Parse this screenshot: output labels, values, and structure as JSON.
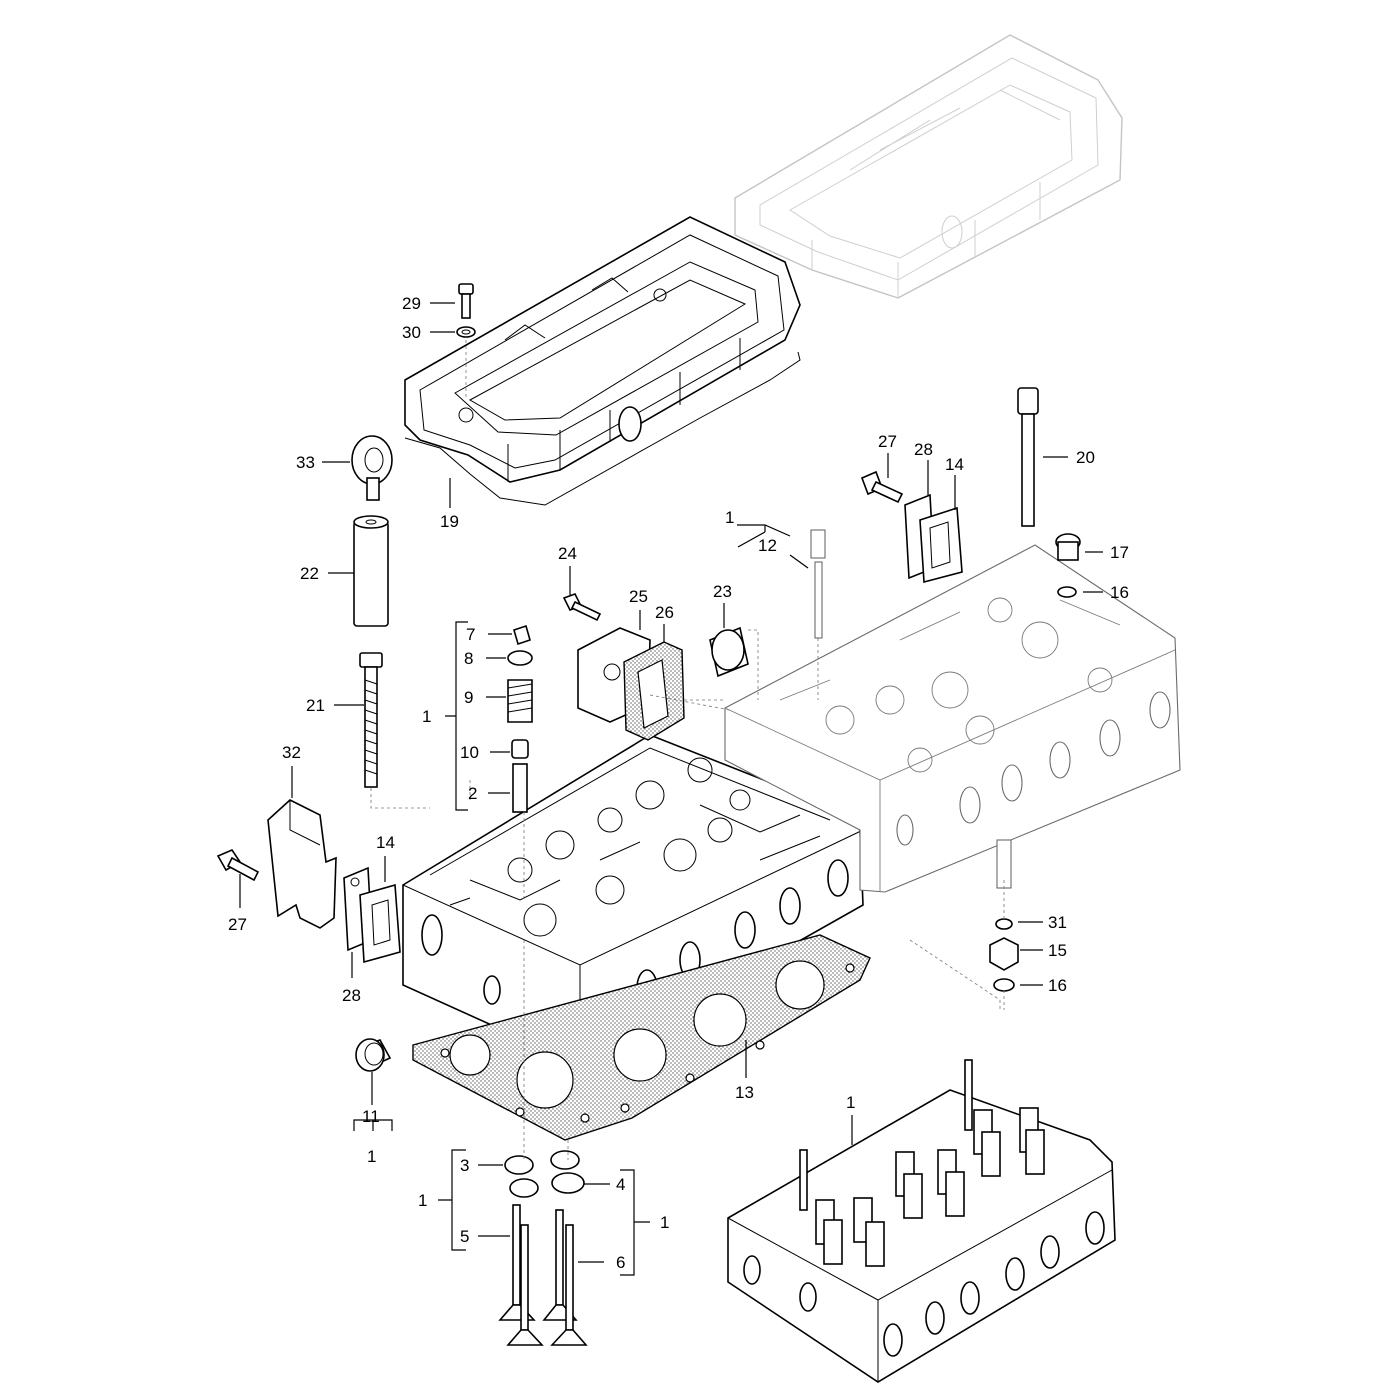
{
  "diagram": {
    "type": "exploded parts diagram",
    "labels": {
      "l29": "29",
      "l30": "30",
      "l33": "33",
      "l19": "19",
      "l22": "22",
      "l21": "21",
      "l32": "32",
      "l27a": "27",
      "l14a": "14",
      "l28a": "28",
      "l11": "11",
      "l1k": "1",
      "l7": "7",
      "l8": "8",
      "l9": "9",
      "l10": "10",
      "l2": "2",
      "l1a": "1",
      "l24": "24",
      "l25": "25",
      "l26": "26",
      "l23": "23",
      "l1b": "1",
      "l12": "12",
      "l27b": "27",
      "l28b": "28",
      "l14b": "14",
      "l20": "20",
      "l17": "17",
      "l16a": "16",
      "l31": "31",
      "l15": "15",
      "l16b": "16",
      "l13": "13",
      "l3": "3",
      "l4": "4",
      "l5": "5",
      "l6": "6",
      "l1c": "1",
      "l1d": "1",
      "l1e": "1"
    }
  }
}
